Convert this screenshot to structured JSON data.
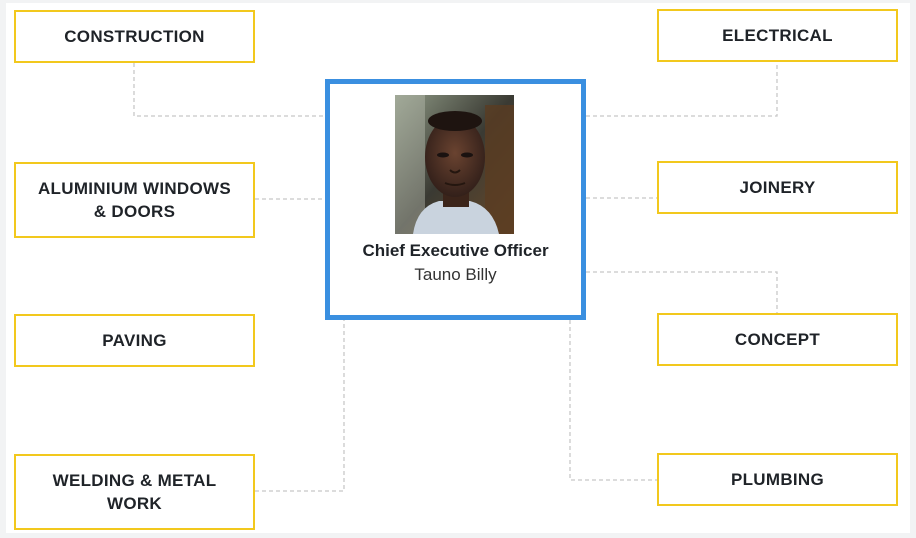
{
  "ceo": {
    "title": "Chief Executive Officer",
    "name": "Tauno Billy"
  },
  "departments": {
    "construction": "CONSTRUCTION",
    "aluminium_line1": "ALUMINIUM WINDOWS",
    "aluminium_line2": "& DOORS",
    "paving": "PAVING",
    "welding_line1": "WELDING & METAL",
    "welding_line2": "WORK",
    "electrical": "ELECTRICAL",
    "joinery": "JOINERY",
    "concept": "CONCEPT",
    "plumbing": "PLUMBING"
  },
  "colors": {
    "box_border": "#f2c81d",
    "ceo_border": "#3a8fe0",
    "connector": "#c8c8c8"
  }
}
